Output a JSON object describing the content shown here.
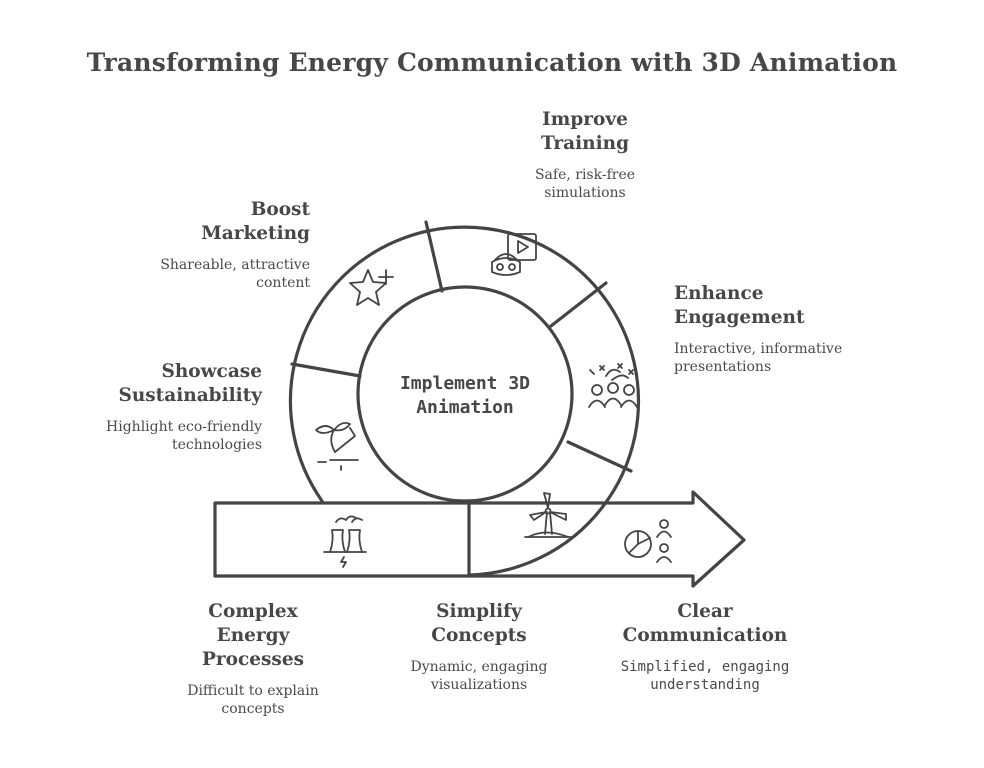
{
  "title": "Transforming Energy Communication with 3D Animation",
  "center": {
    "line1": "Implement 3D",
    "line2": "Animation"
  },
  "segments": {
    "improve_training": {
      "heading": [
        "Improve",
        "Training"
      ],
      "desc": [
        "Safe, risk-free",
        "simulations"
      ],
      "icon": "vr-headset-video-icon"
    },
    "boost_marketing": {
      "heading": [
        "Boost",
        "Marketing"
      ],
      "desc": [
        "Shareable, attractive",
        "content"
      ],
      "icon": "star-plus-icon"
    },
    "enhance_engagement": {
      "heading": [
        "Enhance",
        "Engagement"
      ],
      "desc": [
        "Interactive, informative",
        "presentations"
      ],
      "icon": "audience-icon"
    },
    "showcase_sustainability": {
      "heading": [
        "Showcase",
        "Sustainability"
      ],
      "desc": [
        "Highlight eco-friendly",
        "technologies"
      ],
      "icon": "plant-growth-icon"
    }
  },
  "flow": {
    "complex": {
      "heading": [
        "Complex",
        "Energy",
        "Processes"
      ],
      "desc": [
        "Difficult to explain",
        "concepts"
      ],
      "icon": "power-plant-icon"
    },
    "simplify": {
      "heading": [
        "Simplify",
        "Concepts"
      ],
      "desc": [
        "Dynamic, engaging",
        "visualizations"
      ],
      "icon": "wind-turbine-icon"
    },
    "clear": {
      "heading": [
        "Clear",
        "Communication"
      ],
      "desc": [
        "Simplified, engaging",
        "understanding"
      ],
      "icon": "pie-chart-people-icon"
    }
  },
  "colors": {
    "stroke": "#444444",
    "text": "#474747",
    "background": "#ffffff"
  }
}
